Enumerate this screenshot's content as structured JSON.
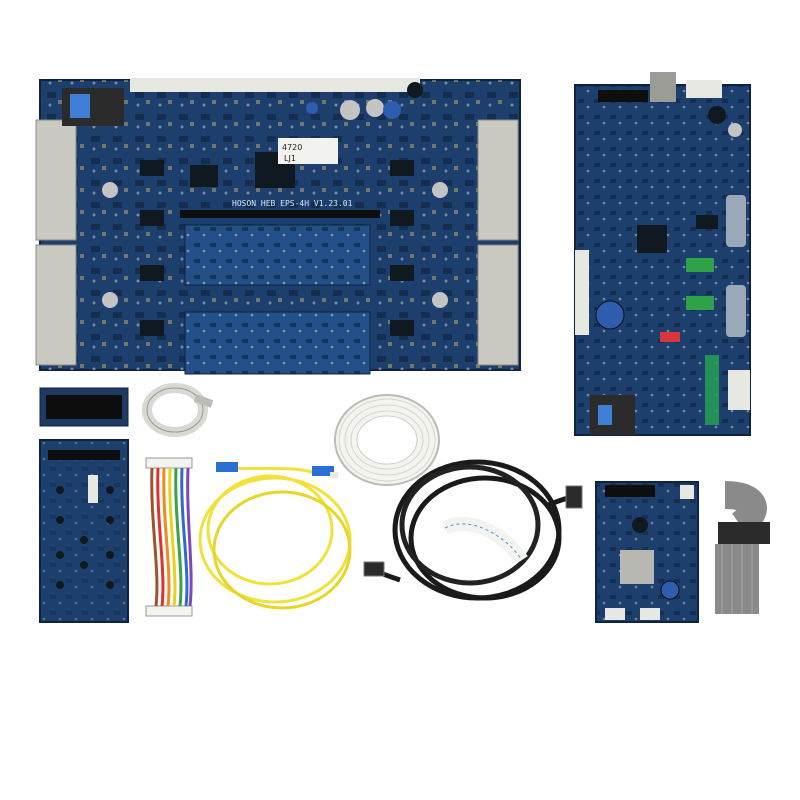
{
  "main_board": {
    "silkscreen": "HOSON HEB EPS-4H V1.23.01",
    "sticker_line1": "4720",
    "sticker_line2": "LJ1"
  },
  "colors": {
    "pcb_blue": "#1d3f6e",
    "pcb_blue_dark": "#14305a",
    "connector_gray": "#c9c9c2",
    "fiber_yellow": "#f0e23c",
    "fiber_cap_blue": "#2a6fd1",
    "cable_black": "#1a1a1a",
    "ribbon_white": "#f3f3f0",
    "ribbon_gray": "#8a8a8a"
  },
  "items": {
    "main_board": "main-carriage-board",
    "head_board": "printhead-board",
    "small_board": "small-control-board",
    "lcd": "lcd-display-module",
    "keypad": "keypad-board",
    "flat_cable": "flat-ribbon-coil",
    "rainbow_cable": "rainbow-wire-harness",
    "fiber": "yellow-fiber-optic-cable",
    "white_ffc": "white-ffc-roll",
    "network_cable": "black-network-cable",
    "gray_ribbon": "gray-ribbon-cable"
  }
}
